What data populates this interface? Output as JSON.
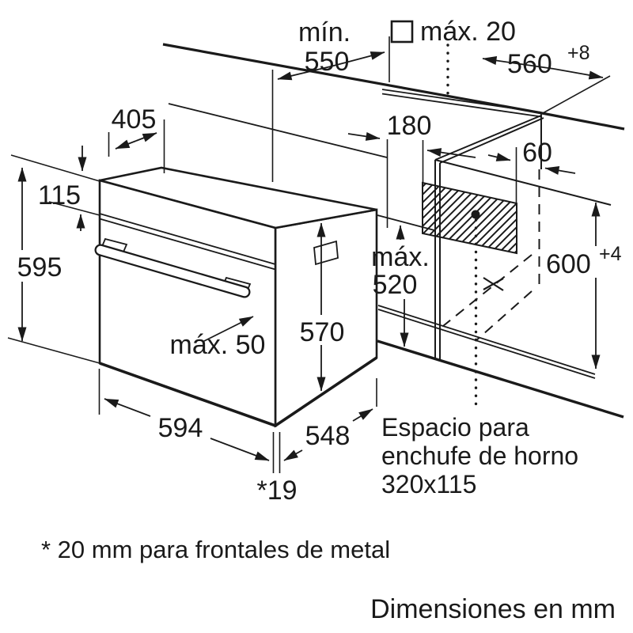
{
  "diagram": {
    "dimensions": {
      "min_550": {
        "prefix": "mín.",
        "value": "550"
      },
      "hob_max_20": "máx. 20",
      "width_560": {
        "value": "560",
        "tolerance": "+8"
      },
      "depth_405": "405",
      "panel_115": "115",
      "height_595": "595",
      "handle_max_50": "máx. 50",
      "height_570": "570",
      "width_594": "594",
      "depth_548": "548",
      "front_gap_19": "*19",
      "max_520": {
        "line1": "máx.",
        "line2": "520"
      },
      "offset_180": "180",
      "offset_60": "60",
      "niche_600": {
        "value": "600",
        "tolerance": "+4"
      }
    },
    "notes": {
      "socket_space": [
        "Espacio para",
        "enchufe de horno",
        "320x115"
      ],
      "footnote": "* 20 mm para frontales de metal",
      "units": "Dimensiones en mm"
    },
    "colors": {
      "ink": "#1a1a1a",
      "background": "#ffffff"
    }
  }
}
